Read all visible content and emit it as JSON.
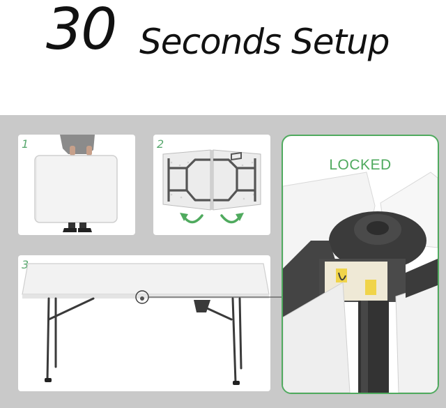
{
  "headline": {
    "number": "30",
    "rest": "Seconds Setup"
  },
  "steps": [
    {
      "number": "1"
    },
    {
      "number": "2"
    },
    {
      "number": "3"
    }
  ],
  "detail": {
    "label": "LOCKED"
  },
  "colors": {
    "accent_green": "#4faa5e",
    "band_gray": "#c9c9c9",
    "table_white": "#f2f2f2",
    "frame_dark": "#3a3a3a"
  }
}
